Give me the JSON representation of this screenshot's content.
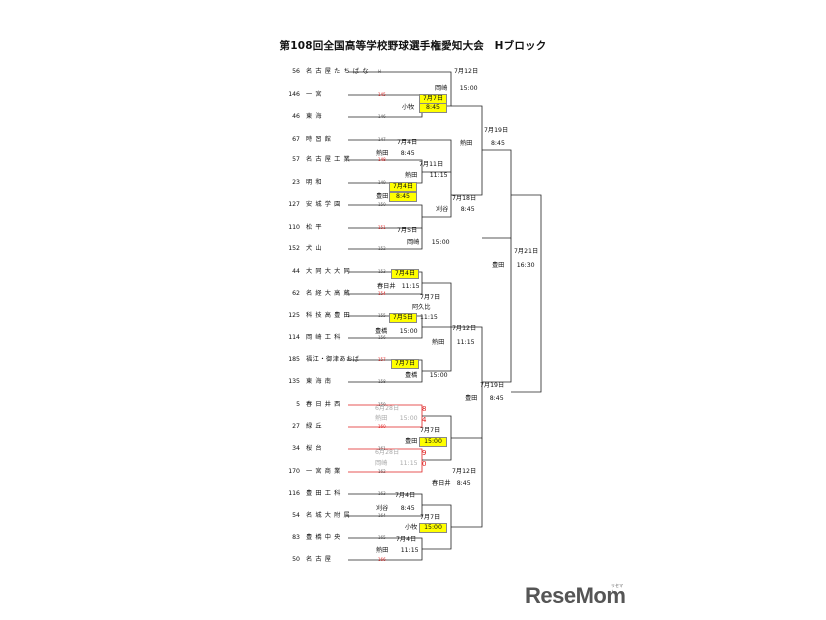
{
  "title": "第108回全国高等学校野球選手権愛知大会　Hブロック",
  "teams": [
    {
      "num": "56",
      "name": "名古屋たちばな",
      "code": "H",
      "red": false
    },
    {
      "num": "146",
      "name": "一宮",
      "code": "145",
      "red": true
    },
    {
      "num": "46",
      "name": "東海",
      "code": "146",
      "red": false
    },
    {
      "num": "67",
      "name": "時習館",
      "code": "147",
      "red": false
    },
    {
      "num": "57",
      "name": "名古屋工業",
      "code": "148",
      "red": true
    },
    {
      "num": "23",
      "name": "明和",
      "code": "149",
      "red": false
    },
    {
      "num": "127",
      "name": "安城学園",
      "code": "150",
      "red": false
    },
    {
      "num": "110",
      "name": "松平",
      "code": "151",
      "red": true
    },
    {
      "num": "152",
      "name": "犬山",
      "code": "152",
      "red": false
    },
    {
      "num": "44",
      "name": "大同大大同",
      "code": "153",
      "red": false
    },
    {
      "num": "62",
      "name": "名経大高蔵",
      "code": "154",
      "red": true
    },
    {
      "num": "125",
      "name": "科技高豊田",
      "code": "155",
      "red": false
    },
    {
      "num": "114",
      "name": "岡崎工科",
      "code": "156",
      "red": false
    },
    {
      "num": "185",
      "name": "福江・御津あおば",
      "code": "157",
      "red": true
    },
    {
      "num": "135",
      "name": "東海南",
      "code": "158",
      "red": false
    },
    {
      "num": "5",
      "name": "春日井西",
      "code": "159",
      "red": false
    },
    {
      "num": "27",
      "name": "緑丘",
      "code": "160",
      "red": true
    },
    {
      "num": "34",
      "name": "桜台",
      "code": "161",
      "red": false
    },
    {
      "num": "170",
      "name": "一宮商業",
      "code": "162",
      "red": false
    },
    {
      "num": "116",
      "name": "豊田工科",
      "code": "163",
      "red": false
    },
    {
      "num": "54",
      "name": "名城大附属",
      "code": "164",
      "red": false
    },
    {
      "num": "83",
      "name": "豊橋中央",
      "code": "165",
      "red": false
    },
    {
      "num": "50",
      "name": "名古屋",
      "code": "166",
      "red": true
    }
  ],
  "games": [
    {
      "text": "7月12日",
      "hl": false,
      "gray": false
    },
    {
      "text": "岡崎　　15:00",
      "hl": false,
      "gray": false
    },
    {
      "text": "7月7日",
      "hl": true,
      "gray": false
    },
    {
      "text": "小牧",
      "hl": false,
      "gray": false
    },
    {
      "text": "8:45",
      "hl": true,
      "gray": false
    },
    {
      "text": "7月19日",
      "hl": false,
      "gray": false
    },
    {
      "text": "熱田",
      "hl": false,
      "gray": false
    },
    {
      "text": "8:45",
      "hl": false,
      "gray": false
    },
    {
      "text": "7月4日",
      "hl": false,
      "gray": false
    },
    {
      "text": "熱田　　8:45",
      "hl": false,
      "gray": false
    },
    {
      "text": "7月11日",
      "hl": false,
      "gray": false
    },
    {
      "text": "熱田　　11:15",
      "hl": false,
      "gray": false
    },
    {
      "text": "7月4日",
      "hl": true,
      "gray": false
    },
    {
      "text": "豊田",
      "hl": false,
      "gray": false
    },
    {
      "text": "8:45",
      "hl": true,
      "gray": false
    },
    {
      "text": "7月18日",
      "hl": false,
      "gray": false
    },
    {
      "text": "刈谷　　8:45",
      "hl": false,
      "gray": false
    },
    {
      "text": "7月5日",
      "hl": false,
      "gray": false
    },
    {
      "text": "岡崎　　15:00",
      "hl": false,
      "gray": false
    },
    {
      "text": "7月21日",
      "hl": false,
      "gray": false
    },
    {
      "text": "豊田　　16:30",
      "hl": false,
      "gray": false
    },
    {
      "text": "7月4日",
      "hl": true,
      "gray": false
    },
    {
      "text": "春日井　11:15",
      "hl": false,
      "gray": false
    },
    {
      "text": "7月7日",
      "hl": false,
      "gray": false
    },
    {
      "text": "阿久比",
      "hl": false,
      "gray": false
    },
    {
      "text": "11:15",
      "hl": false,
      "gray": false
    },
    {
      "text": "7月5日",
      "hl": true,
      "gray": false
    },
    {
      "text": "豊橋　　15:00",
      "hl": false,
      "gray": false
    },
    {
      "text": "7月12日",
      "hl": false,
      "gray": false
    },
    {
      "text": "熱田　　11:15",
      "hl": false,
      "gray": false
    },
    {
      "text": "7月7日",
      "hl": true,
      "gray": false
    },
    {
      "text": "豊橋　　15:00",
      "hl": false,
      "gray": false
    },
    {
      "text": "7月19日",
      "hl": false,
      "gray": false
    },
    {
      "text": "豊田　　8:45",
      "hl": false,
      "gray": false
    },
    {
      "text": "6月28日",
      "hl": false,
      "gray": true
    },
    {
      "text": "熱田　　15:00",
      "hl": false,
      "gray": true
    },
    {
      "text": "7月7日",
      "hl": false,
      "gray": false
    },
    {
      "text": "豊田",
      "hl": false,
      "gray": false
    },
    {
      "text": "15:00",
      "hl": true,
      "gray": false
    },
    {
      "text": "6月28日",
      "hl": false,
      "gray": true
    },
    {
      "text": "岡崎　　11:15",
      "hl": false,
      "gray": true
    },
    {
      "text": "7月12日",
      "hl": false,
      "gray": false
    },
    {
      "text": "春日井　8:45",
      "hl": false,
      "gray": false
    },
    {
      "text": "7月4日",
      "hl": false,
      "gray": false
    },
    {
      "text": "刈谷　　8:45",
      "hl": false,
      "gray": false
    },
    {
      "text": "7月7日",
      "hl": false,
      "gray": false
    },
    {
      "text": "小牧",
      "hl": false,
      "gray": false
    },
    {
      "text": "15:00",
      "hl": true,
      "gray": false
    },
    {
      "text": "7月4日",
      "hl": false,
      "gray": false
    },
    {
      "text": "熱田　　11:15",
      "hl": false,
      "gray": false
    }
  ],
  "scores": [
    "8",
    "4",
    "9",
    "0"
  ],
  "logo": {
    "text": "ReseMom",
    "sub": "リセマム"
  }
}
